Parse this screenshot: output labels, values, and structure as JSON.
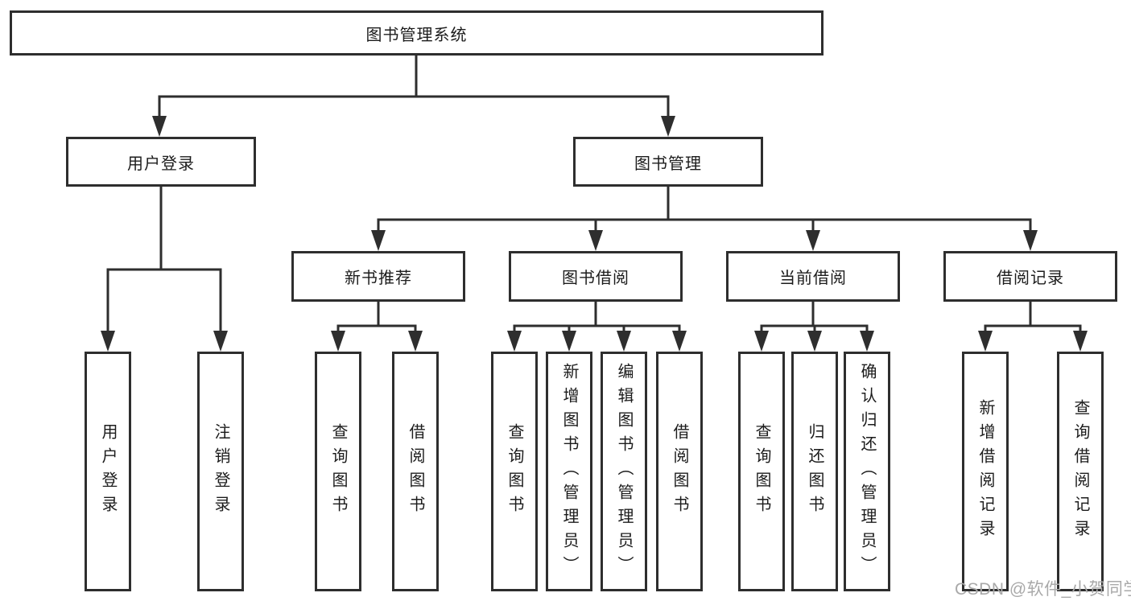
{
  "colors": {
    "line": "#2e2e2e",
    "box-border": "#2e2e2e",
    "box-bg": "#ffffff",
    "text": "#1c1c1c",
    "watermark": "#a9a9a9",
    "page-bg": "#ffffff"
  },
  "diagram": {
    "title": "图书管理系统",
    "level2": [
      {
        "label": "用户登录"
      },
      {
        "label": "图书管理"
      }
    ],
    "level3": [
      {
        "label": "新书推荐"
      },
      {
        "label": "图书借阅"
      },
      {
        "label": "当前借阅"
      },
      {
        "label": "借阅记录"
      }
    ],
    "leaves": {
      "login": [
        "用户登录",
        "注销登录"
      ],
      "recommend": [
        "查询图书",
        "借阅图书"
      ],
      "borrow": [
        "查询图书",
        "新增图书（管理员）",
        "编辑图书（管理员）",
        "借阅图书"
      ],
      "current": [
        "查询图书",
        "归还图书",
        "确认归还（管理员）"
      ],
      "records": [
        "新增借阅记录",
        "查询借阅记录"
      ]
    }
  },
  "watermark": "CSDN @软件_小贺同学"
}
